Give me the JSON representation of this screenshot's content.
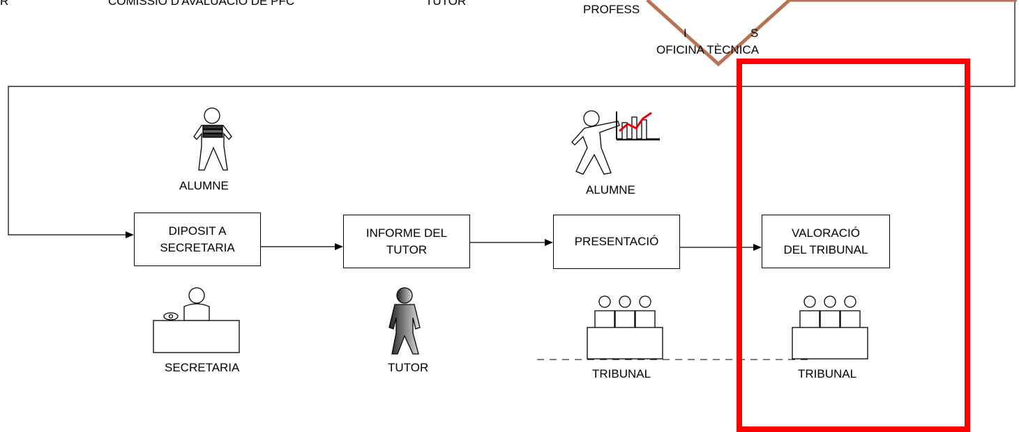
{
  "top_partial": {
    "col1": "R",
    "col2": "COMISSIÓ D'AVALUACIÓ DE PFC",
    "col3": "TUTOR",
    "professor": "PROFESS",
    "line_a": "I",
    "line_a_end": "S",
    "oficina": "OFICINA TÈCNICA"
  },
  "steps": [
    {
      "line1": "DIPOSIT A",
      "line2": "SECRETARIA"
    },
    {
      "line1": "INFORME DEL",
      "line2": "TUTOR"
    },
    {
      "line1": "PRESENTACIÓ",
      "line2": ""
    },
    {
      "line1": "VALORACIÓ",
      "line2": "DEL TRIBUNAL"
    }
  ],
  "actors_top": {
    "alumne_1": "ALUMNE",
    "alumne_2": "ALUMNE"
  },
  "actors_bottom": {
    "secretaria": "SECRETARIA",
    "tutor": "TUTOR",
    "tribunal_1": "TRIBUNAL",
    "tribunal_2": "TRIBUNAL"
  },
  "colors": {
    "highlight": "#ff0000",
    "check_mark": "#b87352",
    "line": "#000000"
  },
  "icons": [
    "student-with-books-icon",
    "student-presenting-icon",
    "secretary-desk-icon",
    "tutor-icon",
    "tribunal-icon"
  ]
}
